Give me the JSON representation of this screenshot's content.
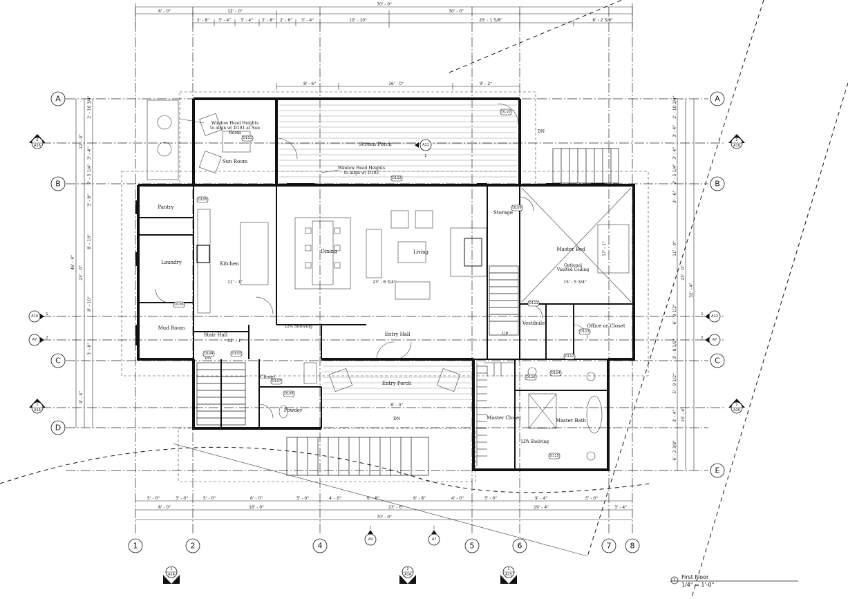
{
  "drawing": {
    "sheet_title": "First Floor",
    "scale": "1/4\" = 1'-0\"",
    "title_number": "1"
  },
  "grid": {
    "columns": [
      "1",
      "2",
      "4",
      "5",
      "6",
      "7",
      "8"
    ],
    "rows": [
      "A",
      "B",
      "C",
      "D",
      "E"
    ]
  },
  "rooms": {
    "sun_room": "Sun Room",
    "screen_porch": "Screen Porch",
    "pantry": "Pantry",
    "laundry": "Laundry",
    "kitchen": "Kitchen",
    "dining": "Dining",
    "living": "Living",
    "storage": "Storage",
    "master_bed": "Master Bed",
    "mud_room": "Mud Room",
    "stair_hall": "Stair Hall",
    "entry_hall": "Entry Hall",
    "vestibule": "Vestibule",
    "office": "Office or Closet",
    "closet": "Closet",
    "powder": "Powder",
    "entry_porch": "Entry Porch",
    "master_closet": "Master Closet",
    "master_bath": "Master Bath"
  },
  "notes": {
    "window_heights_1": "Window Head Heights",
    "window_heights_1b": "to align w/ D101 at Sun",
    "window_heights_1c": "Room",
    "window_heights_2": "Window Head Heights",
    "window_heights_2b": "to align w/ D102",
    "vaulted": "Optional",
    "vaulted_b": "Vaulted Ceiling",
    "shelving": "LPA Shelving",
    "shelving2": "LPA Shelving",
    "dn": "DN",
    "dn2": "DN",
    "dn3": "DN",
    "up": "UP"
  },
  "top_dims": {
    "overall": "70' - 0\"",
    "row1": [
      "6' - 0\"",
      "12' - 0\"",
      "30' - 0\""
    ],
    "row2": [
      "2' - 8\"",
      "3' - 4\"",
      "3' - 4\"",
      "2' - 8\"",
      "2' - 6\"",
      "3' - 4\"",
      "10' - 10\"",
      "25' - 1 5/8\"",
      "8' - 2 3/8\""
    ],
    "porch": [
      "8' - 6\"",
      "16' - 0\"",
      "9' - 2\""
    ]
  },
  "bottom_dims": {
    "row1": [
      "5' - 0\"",
      "3' - 0\"",
      "5' - 0\"",
      "6' - 0\"",
      "5' - 0\"",
      "4' - 0\"",
      "6' - 8\"",
      "6' - 8\"",
      "4' - 0\"",
      "5' - 0\"",
      "9' - 4\"",
      "5' - 0\""
    ],
    "row2": [
      "8' - 0\"",
      "16' - 0\"",
      "23' - 6\"",
      "19' - 4\"",
      "3' - 4\""
    ],
    "overall": "70' - 0\""
  },
  "left_dims": {
    "overall": "46' - 4\"",
    "sub": "23' - 0\"",
    "items": [
      "2' - 10 3/4\"",
      "12' - 0\"",
      "3' - 4\"",
      "2' - 5 1/4\"",
      "3' - 8\"",
      "8' - 10\"",
      "8' - 10\"",
      "3' - 8\"",
      "9' - 4\""
    ]
  },
  "right_dims": {
    "overall": "32' - 4\"",
    "sub": "23' - 0\"",
    "items": [
      "2' - 10 3/4\"",
      "3' - 4\"",
      "3' - 4\"",
      "2' - 5 1/4\"",
      "3' - 6\"",
      "11' - 0\"",
      "6' - 9 1/2\"",
      "3' - 8 1/2\"",
      "5' - 9 1/2\"",
      "3' - 4\"",
      "15' - 4\"",
      "6' - 2 3/8\""
    ]
  },
  "section_tags": [
    {
      "num": "2",
      "sheet": "A16"
    },
    {
      "num": "2",
      "sheet": "A16"
    },
    {
      "num": "1",
      "sheet": "A10"
    },
    {
      "num": "2",
      "sheet": "A7"
    },
    {
      "num": "1",
      "sheet": "A12"
    },
    {
      "num": "2",
      "sheet": "A7"
    },
    {
      "num": "1",
      "sheet": "A16"
    },
    {
      "num": "1",
      "sheet": "A16"
    },
    {
      "num": "1",
      "sheet": "A9"
    },
    {
      "num": "1",
      "sheet": "A7"
    },
    {
      "num": "1",
      "sheet": "A14"
    },
    {
      "num": "2",
      "sheet": "A14"
    },
    {
      "num": "1",
      "sheet": "A15"
    },
    {
      "num": "2",
      "sheet": "A11"
    }
  ],
  "door_tags": [
    "D101",
    "D102",
    "D103",
    "D104",
    "D105",
    "D106",
    "D107",
    "D108",
    "D109",
    "D110",
    "D111",
    "D112",
    "D113",
    "D114",
    "D115",
    "D116"
  ],
  "room_dims": {
    "kitchen": "11' - 1\"",
    "dining": "23' - 6 3/4\"",
    "living": "17' - 1\"",
    "master": "15' - 5 3/4\"",
    "entry": "8' - 0\"",
    "stair": "11' - 1\""
  }
}
